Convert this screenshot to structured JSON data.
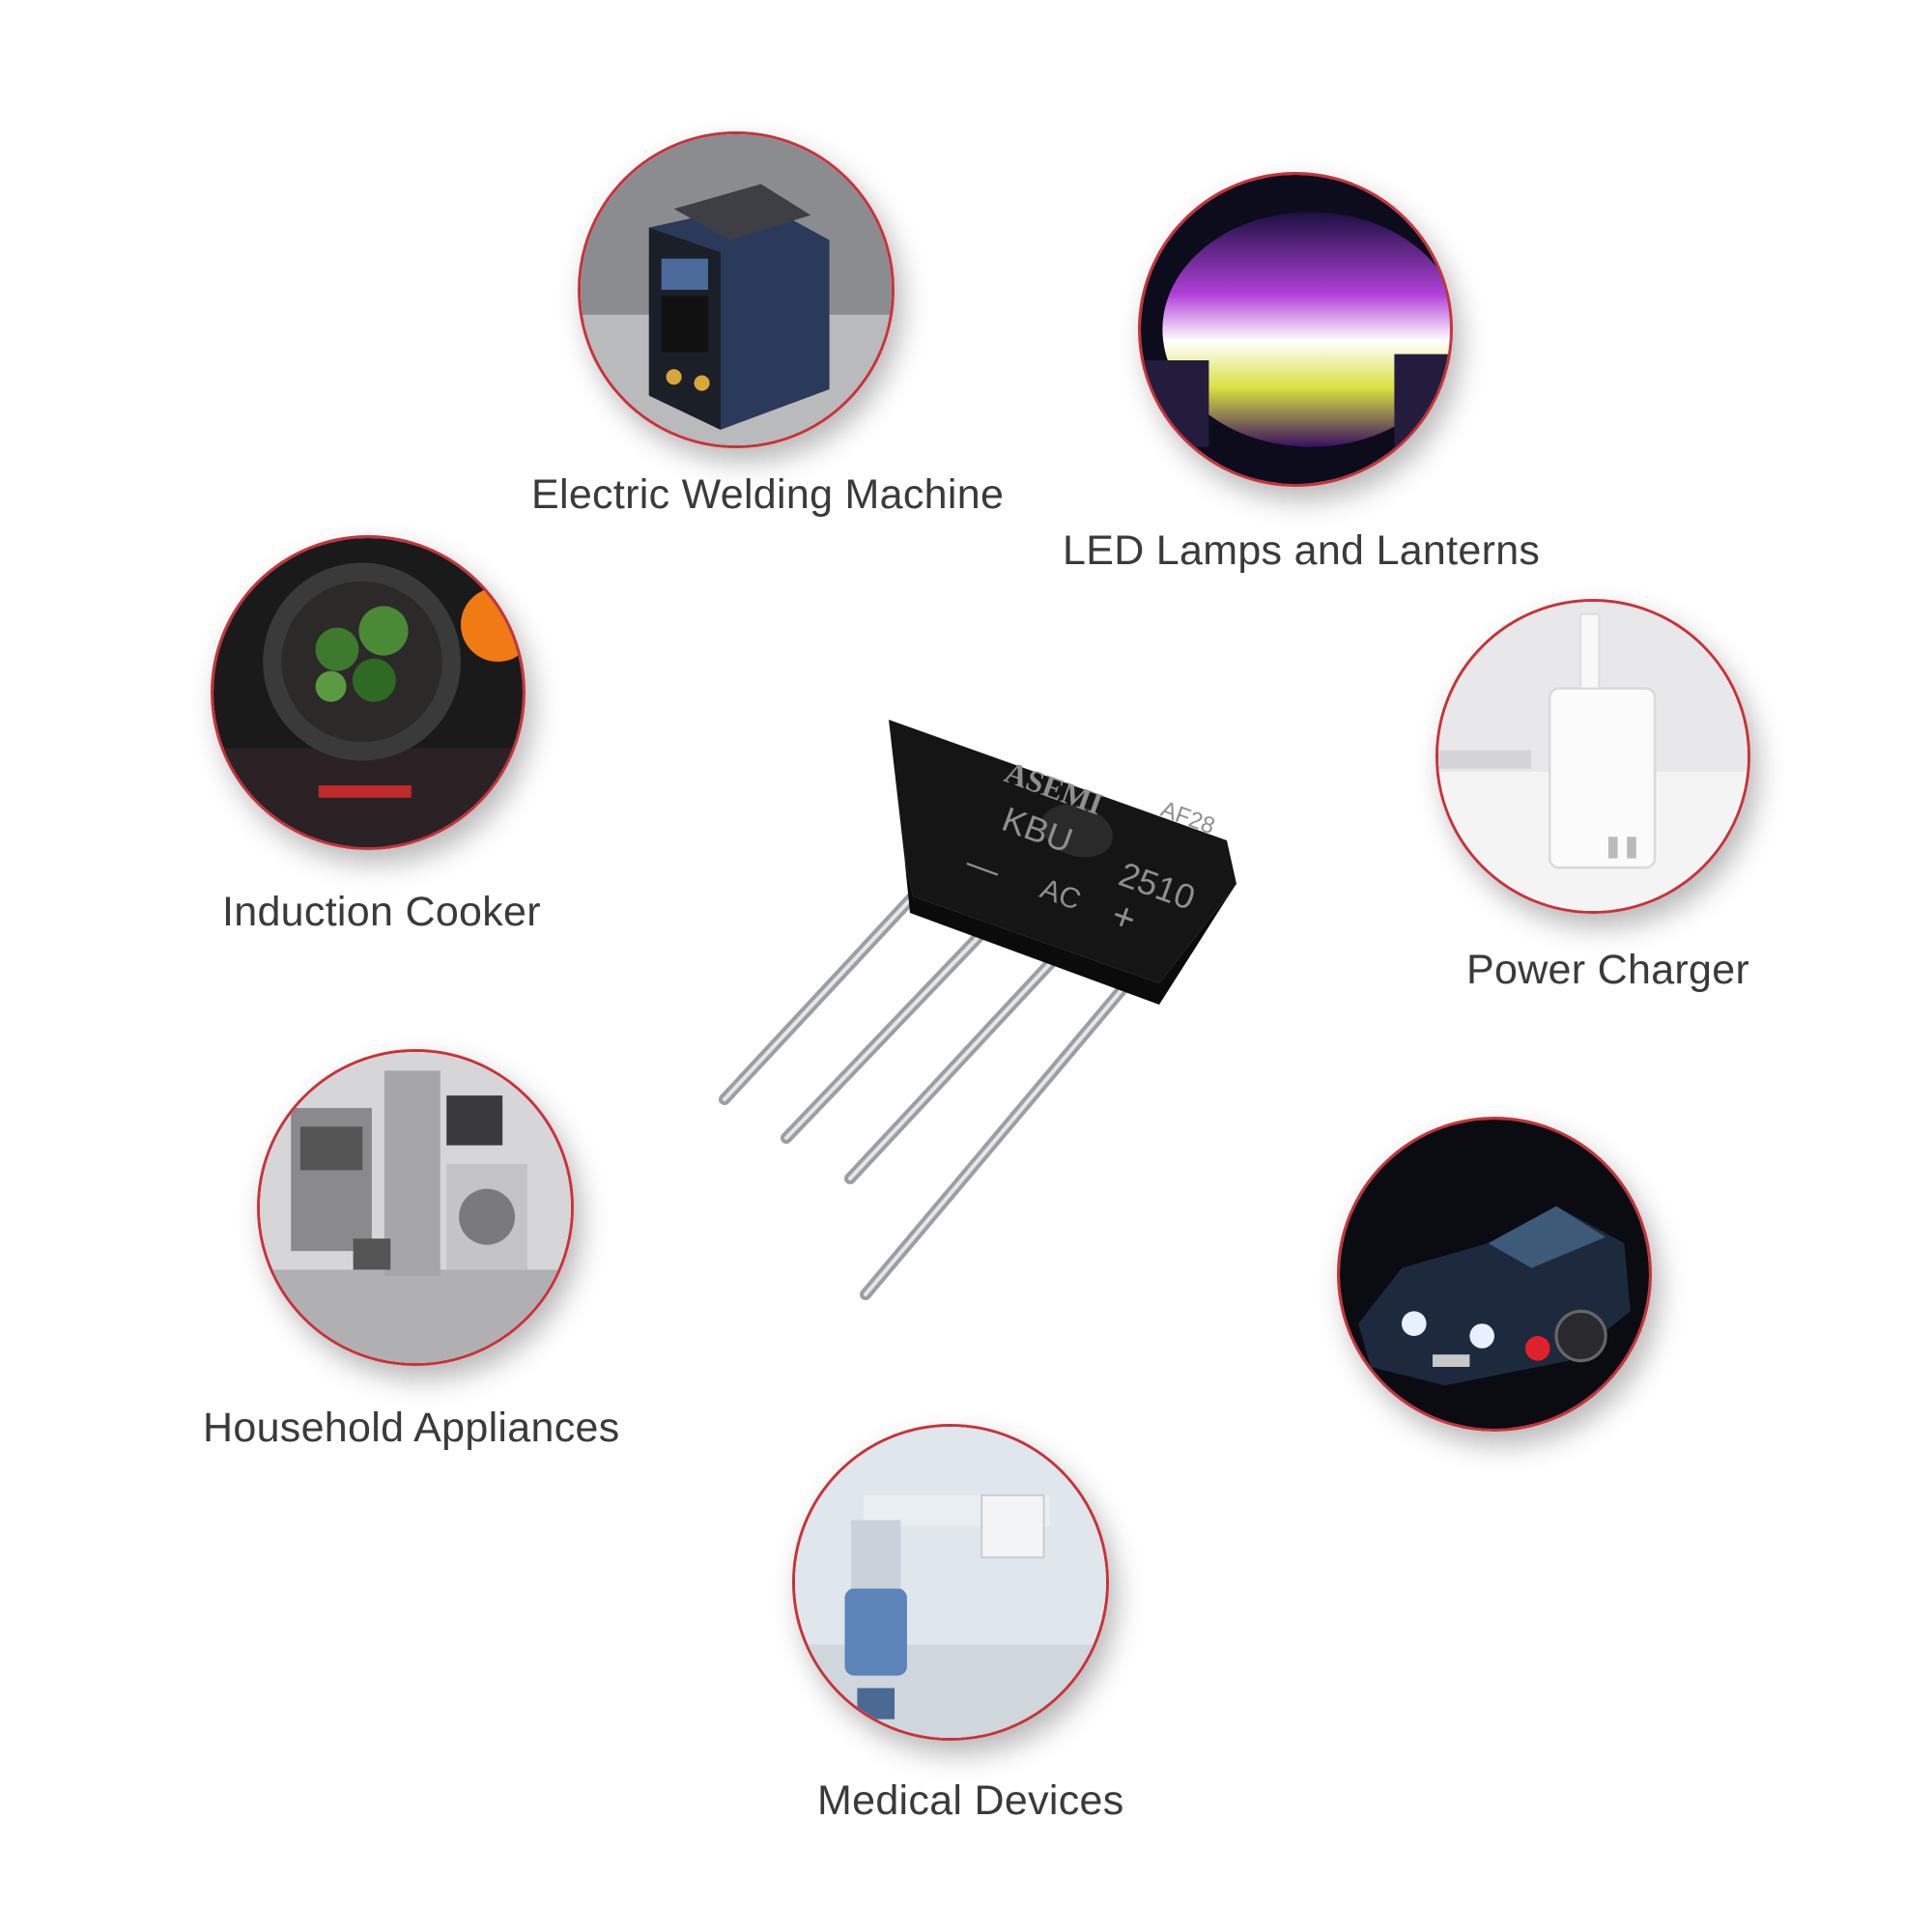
{
  "applications": [
    {
      "id": "welding",
      "label": "Electric Welding Machine",
      "icon": "welding-machine-icon"
    },
    {
      "id": "led",
      "label": "LED Lamps and Lanterns",
      "icon": "led-lamp-icon"
    },
    {
      "id": "cooker",
      "label": "Induction Cooker",
      "icon": "induction-cooker-icon"
    },
    {
      "id": "charger",
      "label": "Power Charger",
      "icon": "power-charger-icon"
    },
    {
      "id": "household",
      "label": "Household Appliances",
      "icon": "household-appliances-icon"
    },
    {
      "id": "car",
      "label": "",
      "icon": "car-icon"
    },
    {
      "id": "medical",
      "label": "Medical Devices",
      "icon": "medical-device-icon"
    }
  ],
  "product": {
    "brand": "ASEMI",
    "model_prefix": "KBU",
    "model_number": "2510",
    "code": "AF28",
    "pin_minus": "—",
    "pin_ac": "AC",
    "pin_plus": "+"
  },
  "colors": {
    "ring": "#c8323a",
    "body": "#151515",
    "marking": "#8f8f8f",
    "label_text": "#3a3a3a"
  }
}
